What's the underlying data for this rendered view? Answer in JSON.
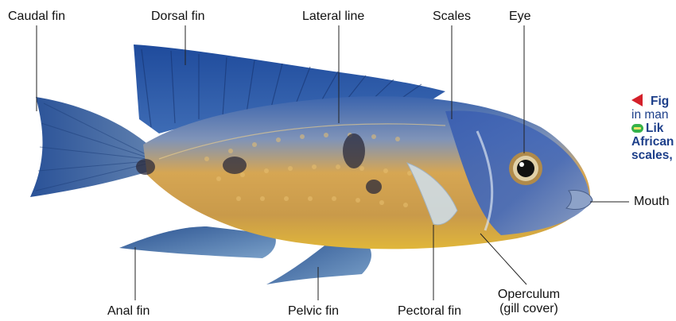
{
  "labels": {
    "caudal_fin": "Caudal fin",
    "dorsal_fin": "Dorsal fin",
    "lateral_line": "Lateral line",
    "scales": "Scales",
    "eye": "Eye",
    "mouth": "Mouth",
    "anal_fin": "Anal fin",
    "pelvic_fin": "Pelvic fin",
    "pectoral_fin": "Pectoral fin",
    "operculum_line1": "Operculum",
    "operculum_line2": "(gill cover)"
  },
  "caption": {
    "line1": "Fig",
    "line2": "in man",
    "line3": "Lik",
    "line4": "African",
    "line5": "scales,"
  },
  "colors": {
    "accent_red": "#d4202a",
    "caption_blue": "#1d3f8a",
    "fish_blue": "#2a5aa8",
    "fish_gold": "#d8a54a"
  }
}
